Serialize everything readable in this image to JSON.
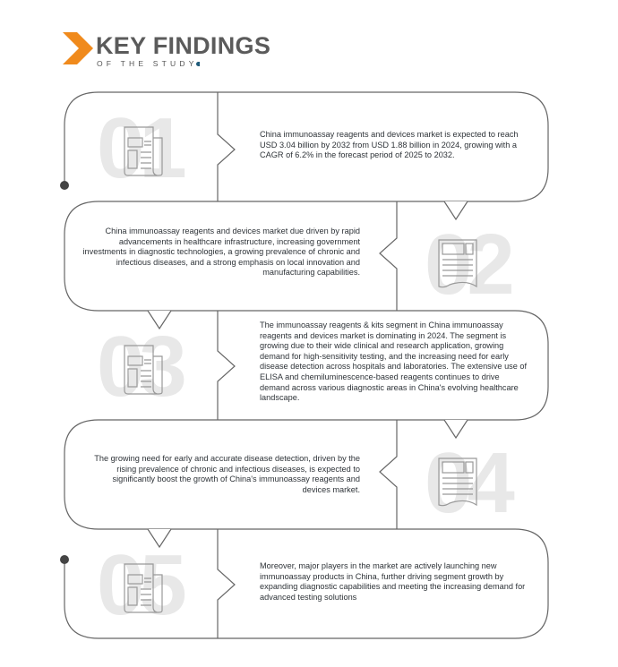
{
  "header": {
    "title": "KEY FINDINGS",
    "subtitle": "OF THE STUDY"
  },
  "colors": {
    "accent": "#f08a1c",
    "title": "#5b5b5b",
    "outline": "#555555",
    "number": "#e8e8e8",
    "dot": "#1f5b7a"
  },
  "findings": [
    {
      "number": "01",
      "icon": "newspaper-icon",
      "text": "China immunoassay reagents and devices market is expected to reach USD 3.04 billion by 2032 from USD 1.88 billion in 2024, growing with a CAGR of 6.2% in the forecast period of 2025 to 2032."
    },
    {
      "number": "02",
      "icon": "newspaper-icon",
      "text": "China immunoassay reagents and devices market due  driven by rapid advancements in healthcare infrastructure, increasing government investments in diagnostic technologies, a growing prevalence of chronic and infectious diseases, and a strong emphasis on local innovation and manufacturing capabilities."
    },
    {
      "number": "03",
      "icon": "newspaper-icon",
      "text": "The immunoassay reagents & kits segment  in  China immunoassay reagents and devices market is dominating in 2024. The segment is growing due to their wide clinical and research application, growing demand for high-sensitivity testing, and the increasing need for early disease detection across hospitals and laboratories. The extensive use of ELISA and chemiluminescence-based reagents continues to drive demand across various diagnostic areas in China's evolving healthcare landscape."
    },
    {
      "number": "04",
      "icon": "newspaper-icon",
      "text": "The growing need for early and accurate disease detection, driven by the rising prevalence of chronic and infectious diseases, is expected to significantly boost the growth of China's immunoassay reagents and devices market."
    },
    {
      "number": "05",
      "icon": "newspaper-icon",
      "text": "Moreover, major players in the market are actively launching new immunoassay products in China, further driving segment growth by expanding diagnostic capabilities and meeting the increasing demand for advanced testing solutions"
    }
  ]
}
